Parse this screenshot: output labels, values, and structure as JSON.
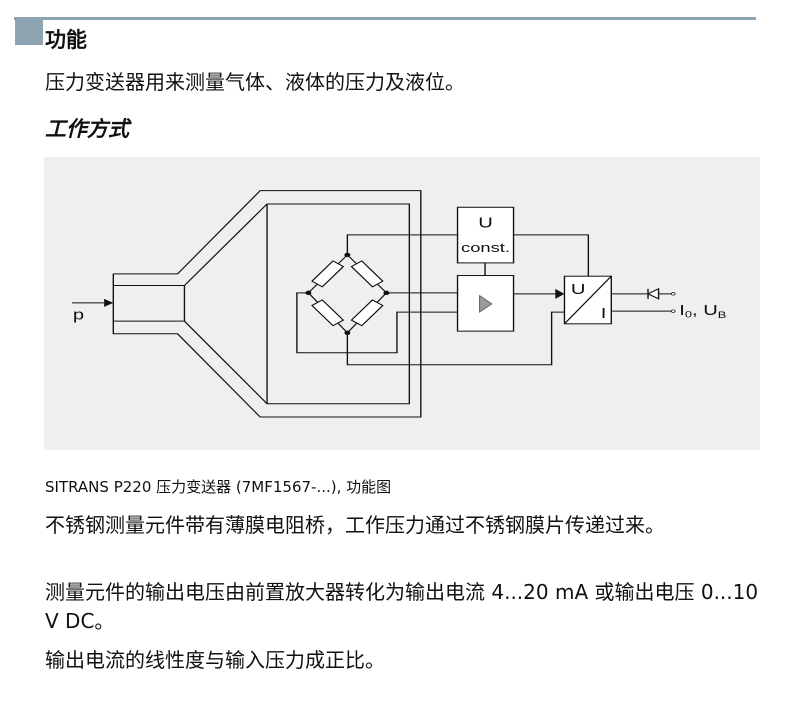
{
  "section": {
    "title": "功能",
    "intro": "压力变送器用来测量气体、液体的压力及液位。"
  },
  "subsection": {
    "title": "工作方式"
  },
  "diagram": {
    "input_label": "p",
    "uconst_line1": "U",
    "uconst_line2": "const.",
    "ui_u": "U",
    "ui_i": "I",
    "out_i": "I",
    "out_i_sub": "0",
    "out_sep": ", ",
    "out_u": "U",
    "out_u_sub": "B"
  },
  "caption": "SITRANS P220 压力变送器 (7MF1567-...), 功能图",
  "paragraphs": [
    "不锈钢测量元件带有薄膜电阻桥，工作压力通过不锈钢膜片传递过来。",
    "测量元件的输出电压由前置放大器转化为输出电流 4...20 mA 或输出电压 0...10 V DC。",
    "输出电流的线性度与输入压力成正比。"
  ],
  "colors": {
    "accent": "#8fa4b3",
    "diagram_bg": "#efefef"
  }
}
